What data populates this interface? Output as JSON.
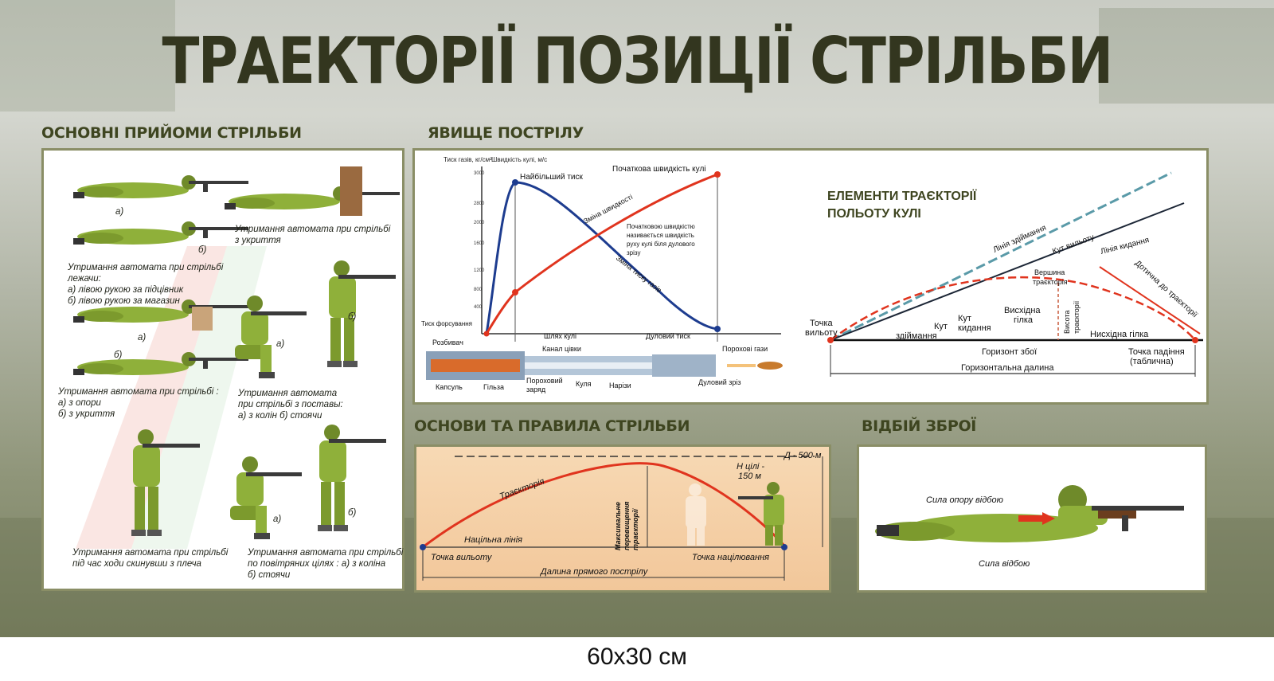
{
  "title": "ТРАЕКТОРІЇ ПОЗИЦІЇ СТРІЛЬБИ",
  "size_label": "60x30 см",
  "colors": {
    "olive_dark": "#33361f",
    "panel_border": "#8a8e66",
    "red_curve": "#e0341e",
    "blue_curve": "#1d3c8f"
  },
  "sections": {
    "basics": "ОСНОВНІ ПРИЙОМИ СТРІЛЬБИ",
    "shot": "ЯВИЩЕ ПОСТРІЛУ",
    "rules": "ОСНОВИ ТА ПРАВИЛА СТРІЛЬБИ",
    "recoil": "ВІДБІЙ ЗБРОЇ"
  },
  "basics_panel": {
    "a1": "а)",
    "b1": "б)",
    "cover_caption": "Утримання автомата при стрільбі з укриття",
    "lying_caption": [
      "Утримання автомата при стрільбі лежачи:",
      "а) лівою рукою за підцівник",
      "б) лівою рукою за магазин"
    ],
    "a2": "а)",
    "b2": "б)",
    "a3": "а)",
    "b3": "б)",
    "support_caption": [
      "Утримання автомата при стрільбі :",
      "а) з опори",
      "б) з укриття"
    ],
    "knee_caption": [
      "Утримання автомата",
      "при стрільбі з поставы:",
      "а) з колін  б) стоячи"
    ],
    "a4": "а)",
    "b4": "б)",
    "walk_caption": [
      "Утримання автомата при стрільбі",
      "під час ходи скинувши з плеча"
    ],
    "air_caption": [
      "Утримання автомата при стрільбі",
      "по повітряних цілях : а) з коліна",
      "б) стоячи"
    ]
  },
  "shot_panel": {
    "pressure_axis": "Тиск газів, кг/см²",
    "speed_axis": "Швидкість кулі, м/с",
    "max_pressure": "Найбільший тиск",
    "initial_speed": "Початкова швидкість кулі",
    "speed_change": "Зміна швидкості",
    "pressure_change": "Зміна тиску газів",
    "initial_speed_note": [
      "Початковою швидкістю",
      "називається швидкість",
      "руху кулі біля дулового",
      "зрізу"
    ],
    "forcing_pressure": "Тиск форсування",
    "bullet_path": "Шлях кулі",
    "muzzle_pressure": "Дуловий тиск",
    "barrel_channel": "Канал цівки",
    "powder_gases": "Порохові гази",
    "primer": "Розбивач",
    "capsule": "Капсуль",
    "case": "Гільза",
    "charge": [
      "Пороховий",
      "заряд"
    ],
    "bullet": "Куля",
    "rifling": "Нарізи",
    "muzzle": "Дуловий зріз",
    "y_ticks": [
      "3000",
      "2800",
      "2000",
      "1600",
      "1200",
      "800",
      "400"
    ]
  },
  "trajectory_elements": {
    "title": [
      "ЕЛЕМЕНТИ ТРАЄКТОРІЇ",
      "ПОЛЬОТУ КУЛІ"
    ],
    "line_of_departure": "Лінія здіймання",
    "angle_of_departure": "Кут вильоту",
    "line_of_throw": "Лінія кидання",
    "tangent": "Дотична до траєкторії",
    "apex": [
      "Вершина",
      "траєкторія"
    ],
    "ascending": [
      "Висхідна",
      "гілка"
    ],
    "height": [
      "Висота",
      "траєкторії"
    ],
    "descending": "Нисхідна гілка",
    "exit_point": [
      "Точка",
      "вильоту"
    ],
    "elevation_angle": [
      "Кут",
      "здіймання"
    ],
    "throw_angle": [
      "Кут",
      "кидання"
    ],
    "horizon": "Горизонт збої",
    "impact_point": [
      "Точка падіння",
      "(таблична)"
    ],
    "horizontal_range": "Горизонтальна далина"
  },
  "rules_panel": {
    "distance": "Д - 500 м",
    "target_height": [
      "Н цілі -",
      "150 м"
    ],
    "trajectory": "Траєкторія",
    "max_excess": [
      "Максимальне",
      "перевищення",
      "траєкторії"
    ],
    "aim_line": "Націльна лінія",
    "exit_point": "Точка вильоту",
    "aim_point": "Точка націлювання",
    "direct_shot_range": "Далина прямого пострілу"
  },
  "recoil_panel": {
    "support_force": "Сила опору відбою",
    "recoil_force": "Сила відбою"
  }
}
